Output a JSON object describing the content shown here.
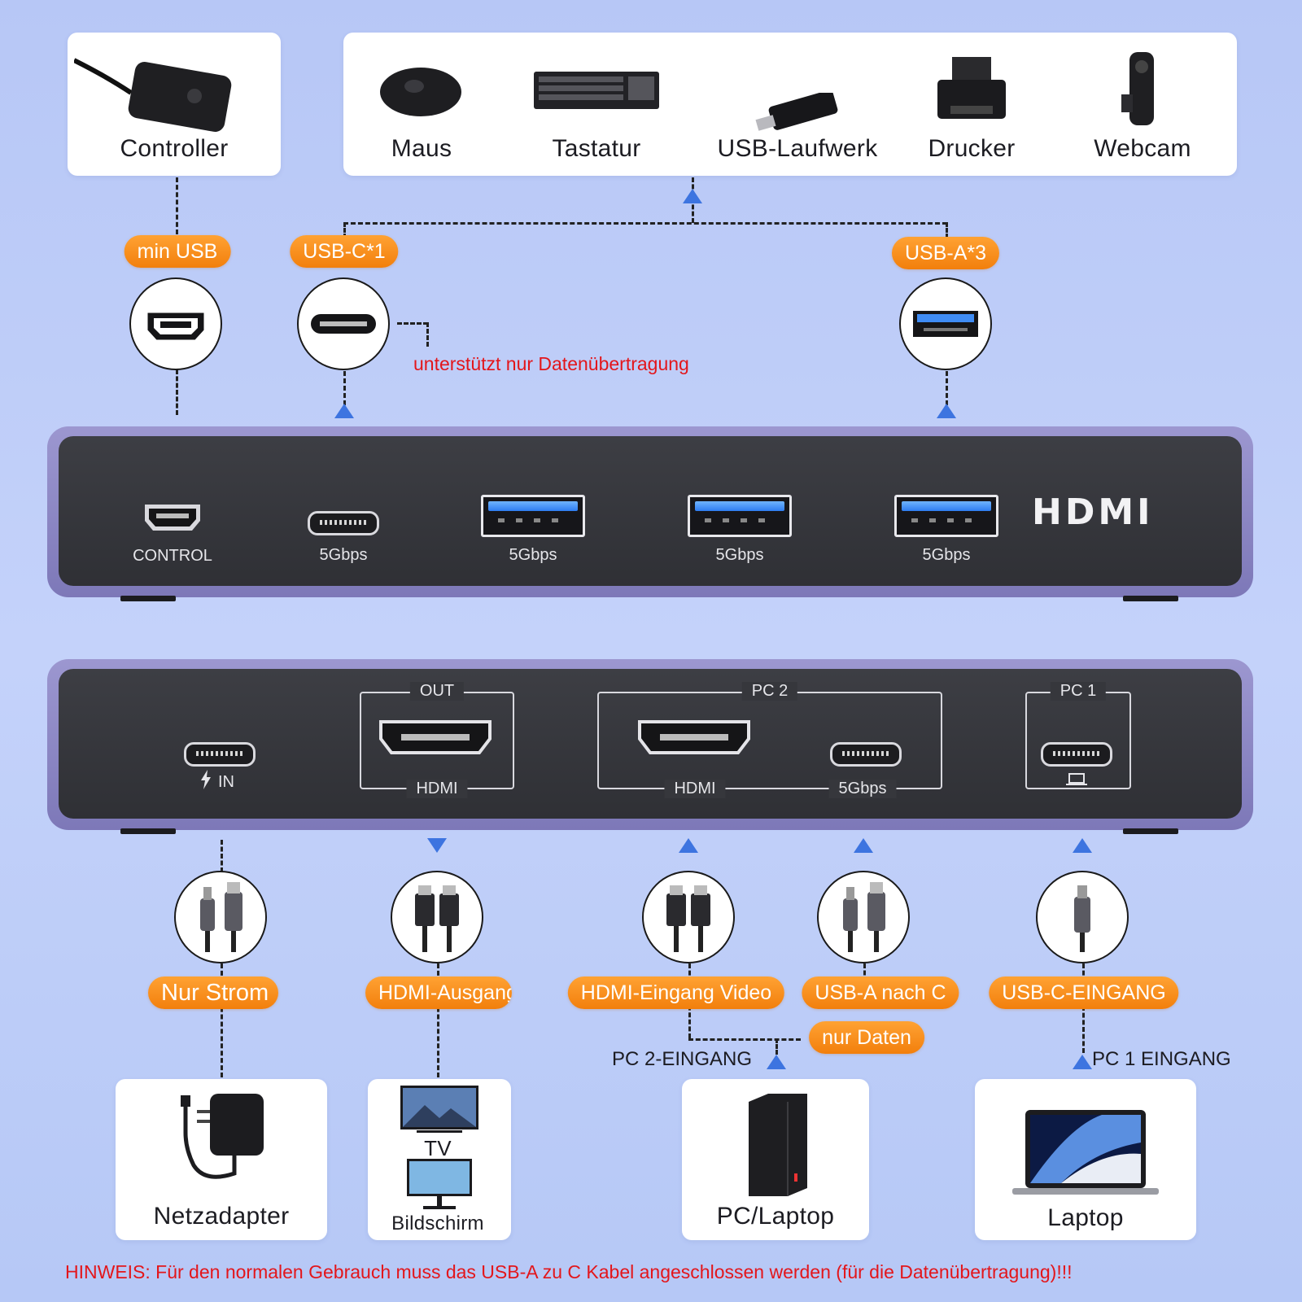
{
  "top_devices": {
    "controller": "Controller",
    "items": [
      "Maus",
      "Tastatur",
      "USB-Laufwerk",
      "Drucker",
      "Webcam"
    ]
  },
  "top_tags": {
    "min_usb": "min USB",
    "usb_c": "USB-C*1",
    "usb_a": "USB-A*3"
  },
  "note_data_only": "unterstützt nur Datenübertragung",
  "front_panel": {
    "control_label": "CONTROL",
    "speed_labels": [
      "5Gbps",
      "5Gbps",
      "5Gbps",
      "5Gbps"
    ],
    "brand_logo": "HDMI"
  },
  "back_panel": {
    "power_label": "IN",
    "out_title": "OUT",
    "out_port": "HDMI",
    "pc2_title": "PC 2",
    "pc2_hdmi": "HDMI",
    "pc2_usb": "5Gbps",
    "pc1_title": "PC 1"
  },
  "cable_tags": {
    "power": "Nur Strom",
    "hdmi_out": "HDMI-Ausgang",
    "hdmi_in": "HDMI-Eingang Video",
    "usba_c": "USB-A nach C",
    "usbc_in": "USB-C-EINGANG",
    "data_only": "nur Daten"
  },
  "inputs": {
    "pc2": "PC 2-EINGANG",
    "pc1": "PC 1 EINGANG"
  },
  "bottom_devices": {
    "adapter": "Netzadapter",
    "tv": "TV",
    "monitor": "Bildschirm",
    "pc": "PC/Laptop",
    "laptop": "Laptop"
  },
  "footer_note": "HINWEIS: Für den normalen Gebrauch muss das USB-A zu C Kabel angeschlossen werden (für die Datenübertragung)!!!",
  "colors": {
    "accent_orange": "#f58a14",
    "arrow_blue": "#3d74e0",
    "warning_red": "#e3161b",
    "panel_dark": "#36373c",
    "panel_frame": "#8b86c4"
  }
}
